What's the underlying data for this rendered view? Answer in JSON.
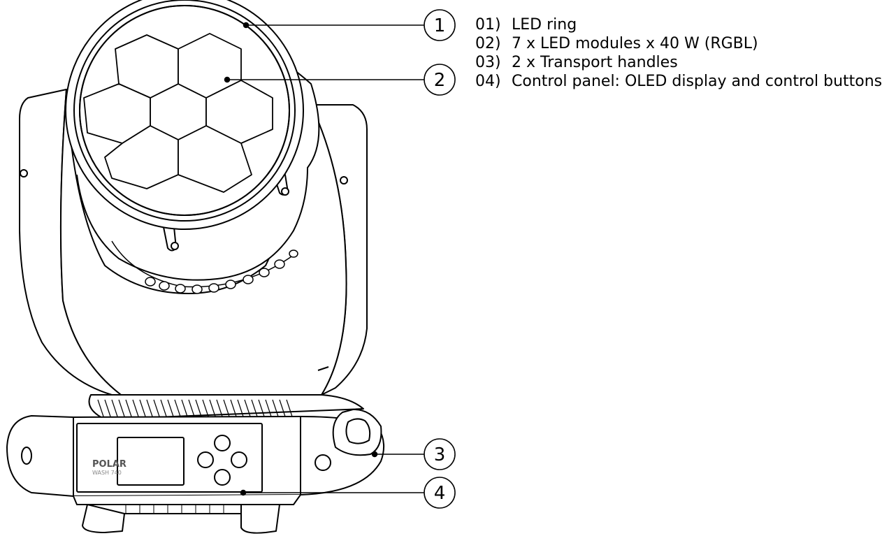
{
  "callouts": [
    {
      "number": "1",
      "target": "led-ring"
    },
    {
      "number": "2",
      "target": "led-modules"
    },
    {
      "number": "3",
      "target": "transport-handle"
    },
    {
      "number": "4",
      "target": "control-panel"
    }
  ],
  "legend": [
    {
      "number": "01)",
      "text": "LED ring"
    },
    {
      "number": "02)",
      "text": "7 x LED modules x 40 W (RGBL)"
    },
    {
      "number": "03)",
      "text": "2 x Transport handles"
    },
    {
      "number": "04)",
      "text": "Control panel: OLED display and control buttons"
    }
  ],
  "product": {
    "logo": "POLAR",
    "model": "WASH 740"
  }
}
